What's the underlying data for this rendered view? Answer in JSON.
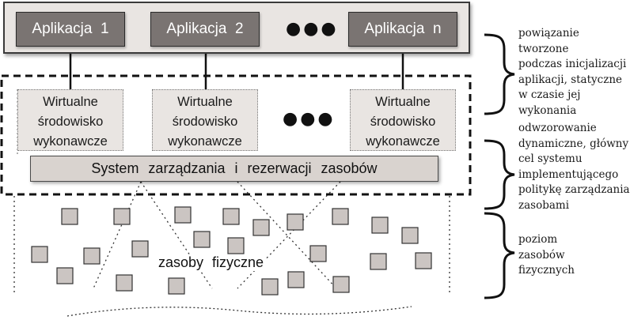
{
  "applications": [
    "Aplikacja  1",
    "Aplikacja  2",
    "Aplikacja  n"
  ],
  "app_ellipsis": "●●●",
  "environment": {
    "lines": [
      "Wirtualne",
      "środowisko",
      "wykonawcze"
    ],
    "ellipsis": "●●●"
  },
  "system_bar": "System  zarządzania  i  rezerwacji  zasobów",
  "physical_resources_label": "zasoby  fizyczne",
  "annotations": [
    {
      "lines": [
        "powiązanie tworzone",
        "podczas inicjalizacji",
        "aplikacji, statyczne",
        "w czasie jej",
        "wykonania"
      ]
    },
    {
      "lines": [
        "odwzorowanie",
        "dynamiczne, główny",
        "cel systemu",
        "implementującego",
        "politykę zarządzania",
        "zasobami"
      ]
    },
    {
      "lines": [
        "poziom",
        "zasobów",
        "fizycznych"
      ]
    }
  ]
}
